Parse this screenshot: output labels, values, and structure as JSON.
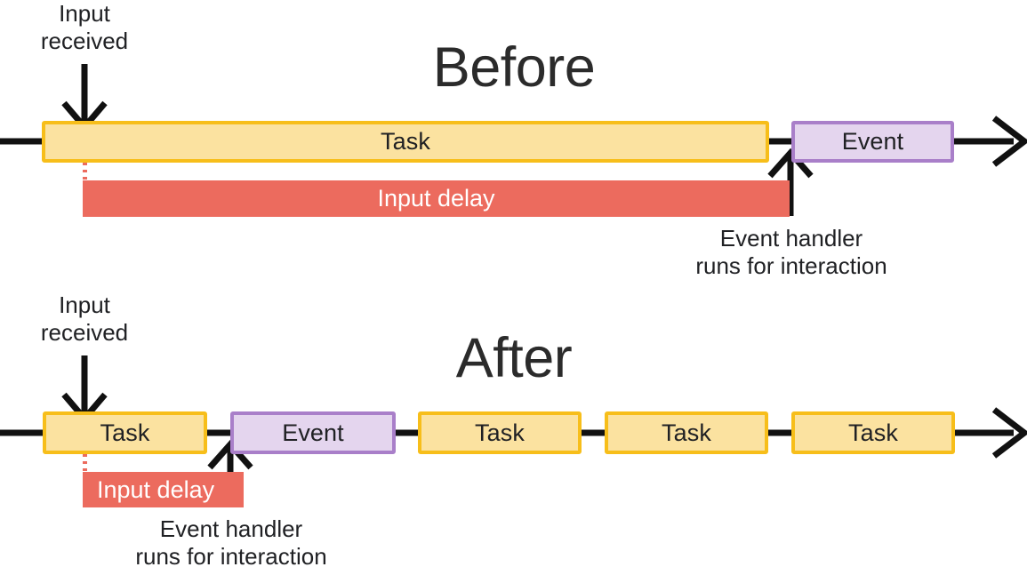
{
  "diagram": {
    "title_before": "Before",
    "title_after": "After",
    "labels": {
      "input_received": "Input\nreceived",
      "event_handler": "Event handler\nruns for interaction",
      "task": "Task",
      "event": "Event",
      "input_delay": "Input delay"
    },
    "colors": {
      "task_fill": "#FBE2A0",
      "task_border": "#F7BE1A",
      "event_fill": "#E4D5EE",
      "event_border": "#A97FC9",
      "delay_fill": "#EC6B5E",
      "line": "#111111",
      "text": "#202124",
      "background": "#FFFFFF"
    }
  },
  "before": {
    "title": "Before",
    "input_received_label": "Input\nreceived",
    "event_handler_label": "Event handler\nruns for interaction",
    "task_label": "Task",
    "event_label": "Event",
    "input_delay_label": "Input delay"
  },
  "after": {
    "title": "After",
    "input_received_label": "Input\nreceived",
    "event_handler_label": "Event handler\nruns for interaction",
    "input_delay_label": "Input delay",
    "blocks": [
      {
        "type": "task",
        "label": "Task"
      },
      {
        "type": "event",
        "label": "Event"
      },
      {
        "type": "task",
        "label": "Task"
      },
      {
        "type": "task",
        "label": "Task"
      },
      {
        "type": "task",
        "label": "Task"
      }
    ]
  }
}
